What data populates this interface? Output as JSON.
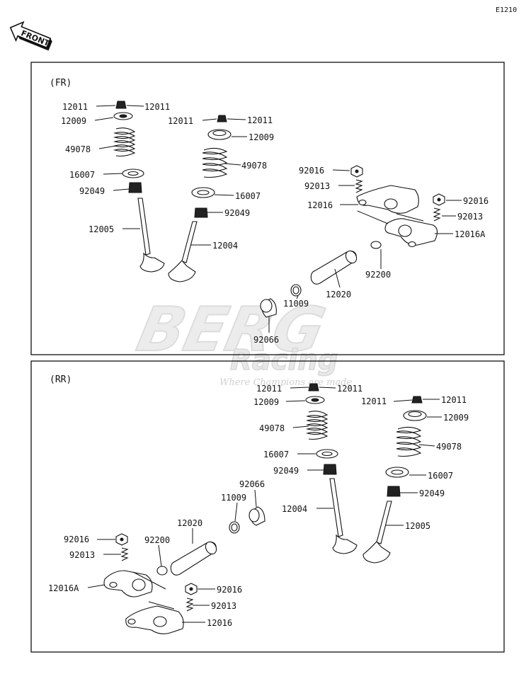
{
  "diagram_code": "E1210",
  "front_arrow": {
    "label": "FRONT",
    "icon": "front-arrow-icon"
  },
  "panels": {
    "front": {
      "label": "(FR)"
    },
    "rear": {
      "label": "(RR)"
    }
  },
  "watermark": {
    "brand_top": "BERG",
    "brand_bottom": "Racing",
    "tagline": "Where Champions are made"
  },
  "callouts": {
    "fr_12011_a": "12011",
    "fr_12011_b": "12011",
    "fr_12009_a": "12009",
    "fr_49078_a": "49078",
    "fr_16007_a": "16007",
    "fr_92049_a": "92049",
    "fr_12005": "12005",
    "fr_12011_c": "12011",
    "fr_12011_d": "12011",
    "fr_12009_b": "12009",
    "fr_49078_b": "49078",
    "fr_16007_b": "16007",
    "fr_92049_b": "92049",
    "fr_12004": "12004",
    "fr_92016_a": "92016",
    "fr_92013_a": "92013",
    "fr_12016": "12016",
    "fr_92016_b": "92016",
    "fr_92013_b": "92013",
    "fr_12016A": "12016A",
    "fr_92200": "92200",
    "fr_12020": "12020",
    "fr_11009": "11009",
    "fr_92066": "92066",
    "rr_12011_a": "12011",
    "rr_12011_b": "12011",
    "rr_12009_a": "12009",
    "rr_49078_a": "49078",
    "rr_16007_a": "16007",
    "rr_92049_a": "92049",
    "rr_12004": "12004",
    "rr_12011_c": "12011",
    "rr_12011_d": "12011",
    "rr_12009_b": "12009",
    "rr_49078_b": "49078",
    "rr_16007_b": "16007",
    "rr_92049_b": "92049",
    "rr_12005": "12005",
    "rr_92066": "92066",
    "rr_11009": "11009",
    "rr_12020": "12020",
    "rr_92200": "92200",
    "rr_92016_a": "92016",
    "rr_92013_a": "92013",
    "rr_12016A": "12016A",
    "rr_92016_b": "92016",
    "rr_92013_b": "92013",
    "rr_12016": "12016"
  }
}
